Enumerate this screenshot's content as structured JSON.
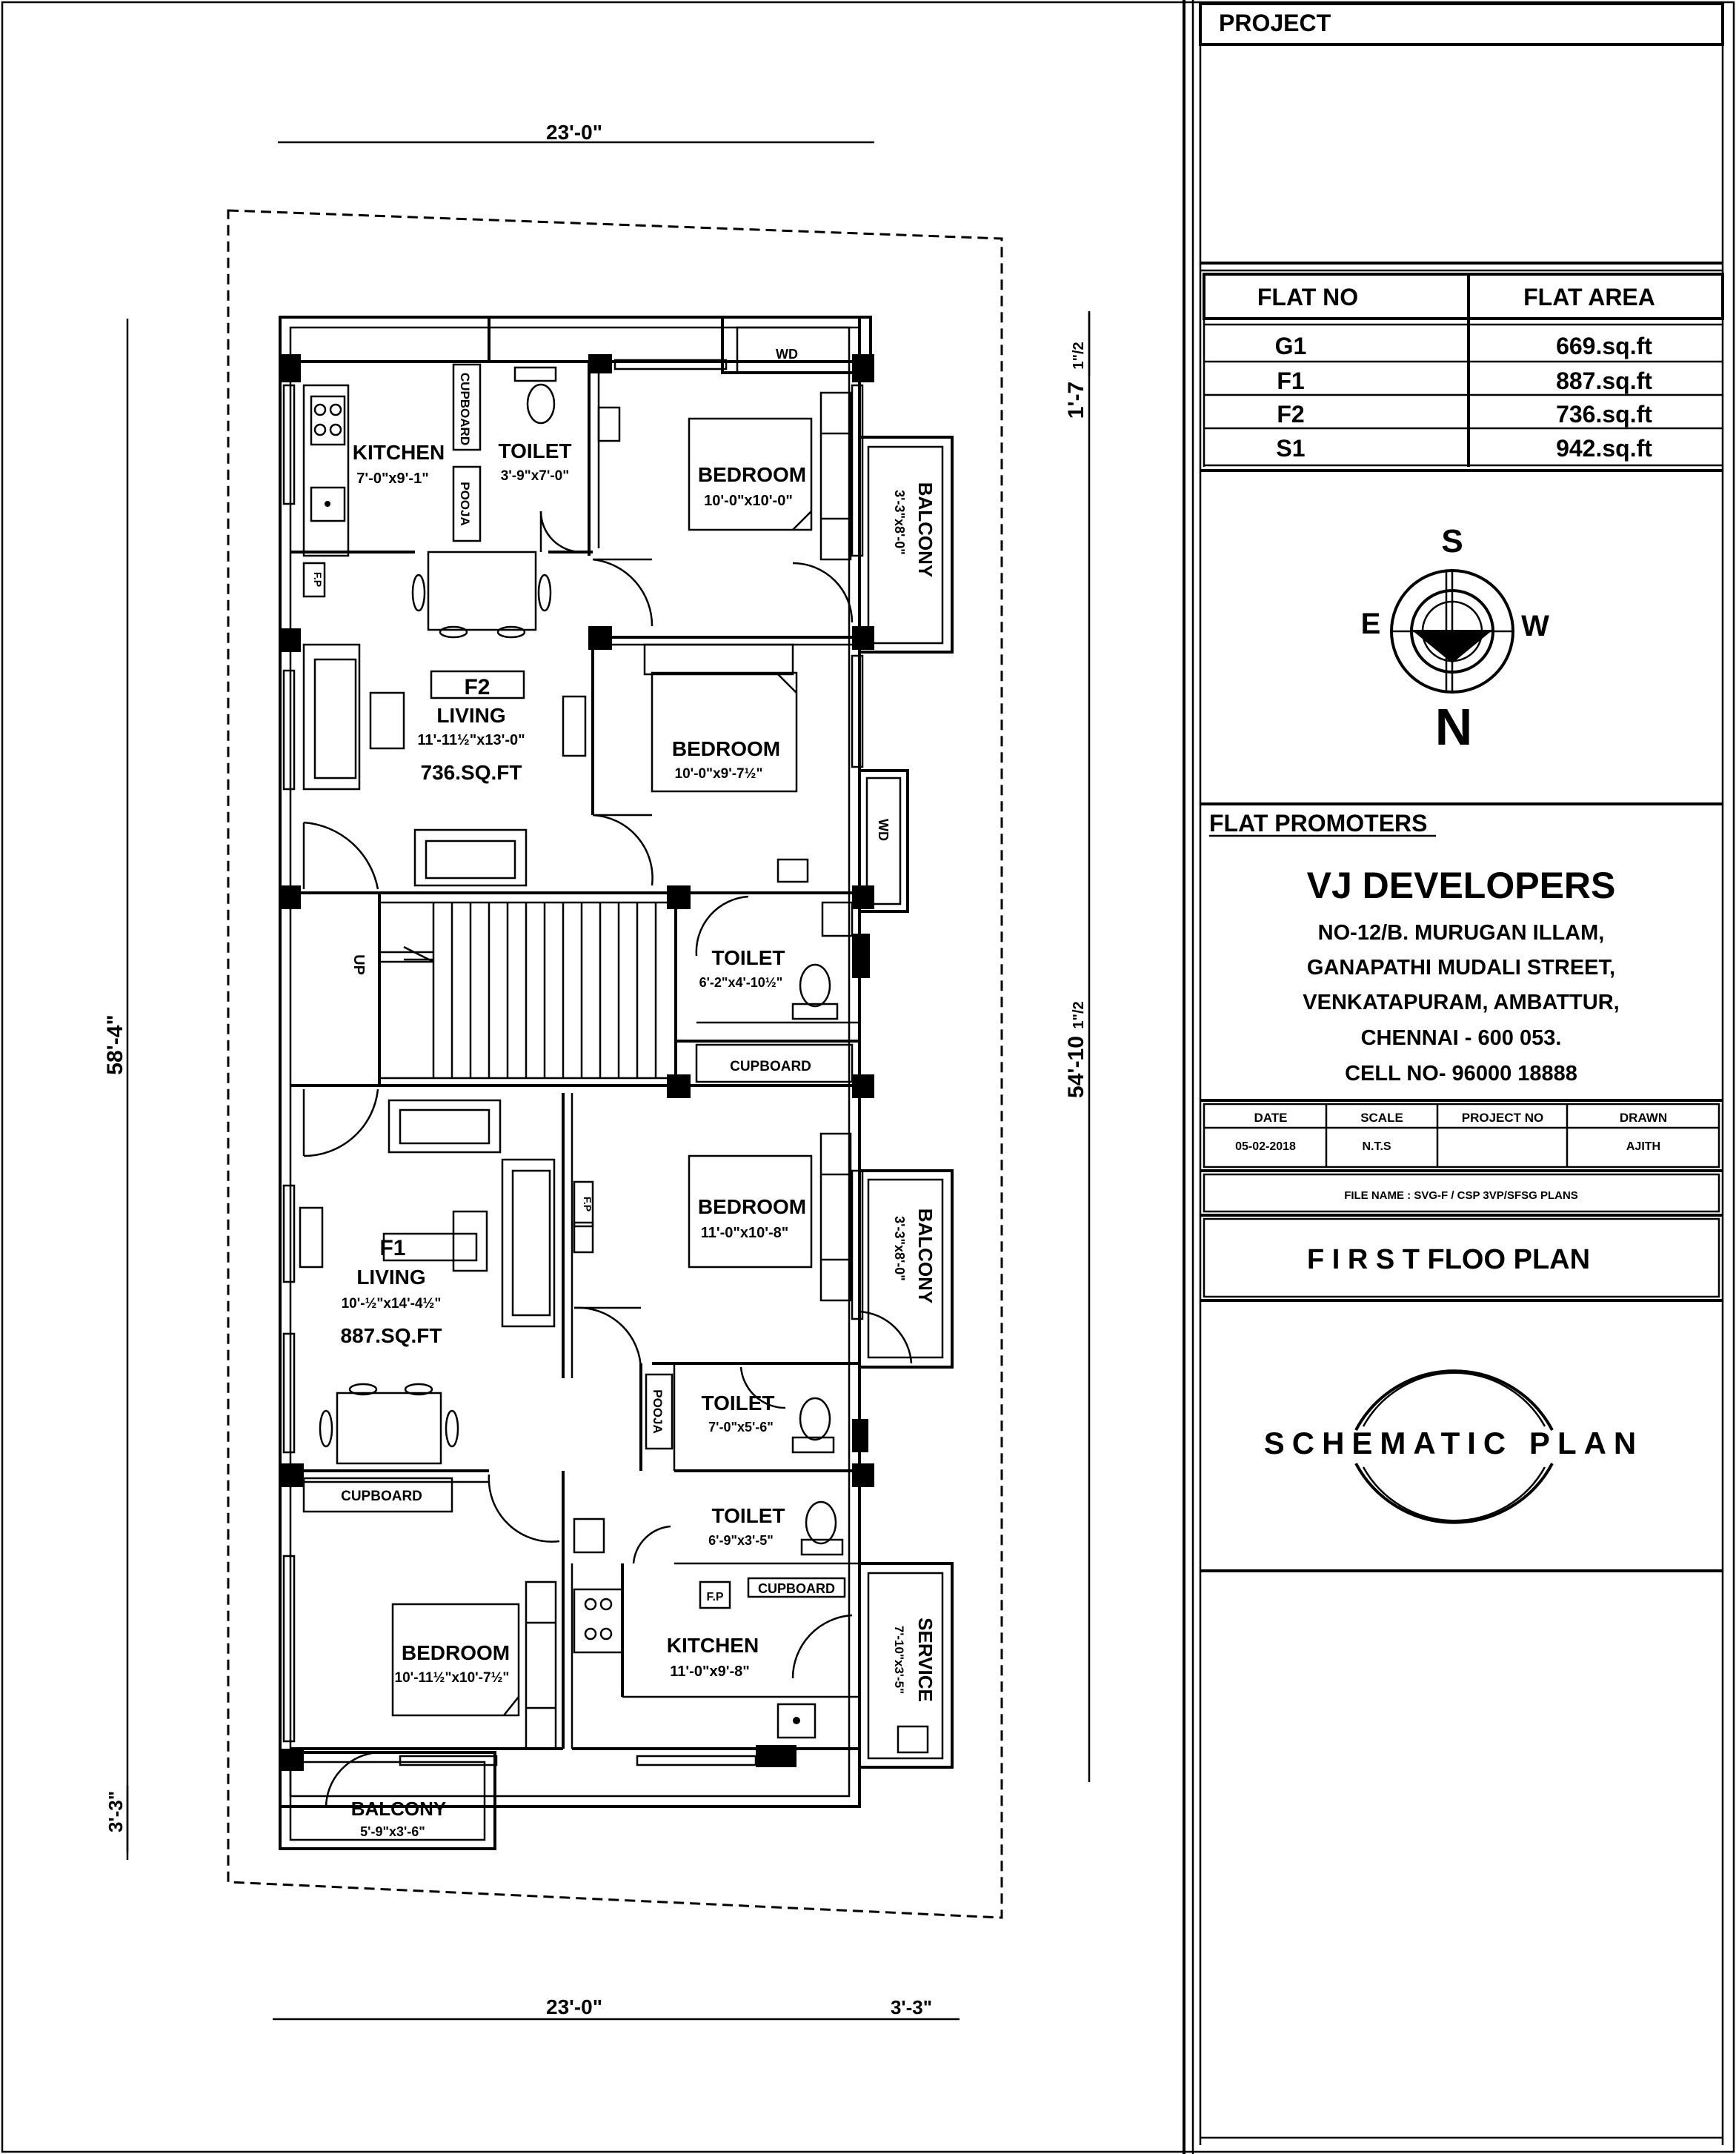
{
  "plan": {
    "dims": {
      "top_width": "23'-0\"",
      "bottom_width": "23'-0\"",
      "bottom_extra": "3'-3\"",
      "left_total": "58'-4\"",
      "left_bottom": "3'-3\"",
      "right_total_main": "54'-10",
      "right_total_frac": "1\"/2",
      "right_top_main": "1'-7",
      "right_top_frac": "1\"/2"
    },
    "rooms": {
      "kitchen_f2": {
        "name": "KITCHEN",
        "size": "7'-0\"x9'-1\""
      },
      "cupboard_a": "CUPBOARD",
      "pooja_a": "POOJA",
      "toilet_a": {
        "name": "TOILET",
        "size": "3'-9\"x7'-0\""
      },
      "bedroom_a": {
        "name": "BEDROOM",
        "size": "10'-0\"x10'-0\""
      },
      "wd_a": "WD",
      "balcony_a": {
        "name": "BALCONY",
        "size": "3'-3\"x8'-0\""
      },
      "living_f2": {
        "flat": "F2",
        "name": "LIVING",
        "size": "11'-11½\"x13'-0\"",
        "area": "736.SQ.FT"
      },
      "bedroom_b": {
        "name": "BEDROOM",
        "size": "10'-0\"x9'-7½\""
      },
      "wd_b": "WD",
      "toilet_b": {
        "name": "TOILET",
        "size": "6'-2\"x4'-10½\""
      },
      "cupboard_b": "CUPBOARD",
      "up": "UP",
      "bedroom_c": {
        "name": "BEDROOM",
        "size": "11'-0\"x10'-8\""
      },
      "balcony_c": {
        "name": "BALCONY",
        "size": "3'-3\"x8'-0\""
      },
      "living_f1": {
        "flat": "F1",
        "name": "LIVING",
        "size": "10'-½\"x14'-4½\"",
        "area": "887.SQ.FT"
      },
      "pooja_c": "POOJA",
      "toilet_c": {
        "name": "TOILET",
        "size": "7'-0\"x5'-6\""
      },
      "cupboard_d": "CUPBOARD",
      "toilet_d": {
        "name": "TOILET",
        "size": "6'-9\"x3'-5\""
      },
      "fp": "F.P",
      "cupboard_e": "CUPBOARD",
      "bedroom_d": {
        "name": "BEDROOM",
        "size": "10'-11½\"x10'-7½\""
      },
      "kitchen_f1": {
        "name": "KITCHEN",
        "size": "11'-0\"x9'-8\""
      },
      "service": {
        "name": "SERVICE",
        "size": "7'-10\"x3'-5\""
      },
      "balcony_d": {
        "name": "BALCONY",
        "size": "5'-9\"x3'-6\""
      },
      "fridge_a": "F.P",
      "fridge_b": "F.P"
    }
  },
  "title_block": {
    "project_label": "PROJECT",
    "area_table": {
      "headers": [
        "FLAT NO",
        "FLAT AREA"
      ],
      "rows": [
        {
          "flat": "G1",
          "area": "669.sq.ft"
        },
        {
          "flat": "F1",
          "area": "887.sq.ft"
        },
        {
          "flat": "F2",
          "area": "736.sq.ft"
        },
        {
          "flat": "S1",
          "area": "942.sq.ft"
        }
      ]
    },
    "compass": {
      "top": "S",
      "left": "E",
      "right": "W",
      "bottom": "N"
    },
    "promoters_label": "FLAT PROMOTERS",
    "company": "VJ DEVELOPERS",
    "address": [
      "NO-12/B. MURUGAN ILLAM,",
      "GANAPATHI MUDALI STREET,",
      "VENKATAPURAM, AMBATTUR,",
      "CHENNAI - 600 053.",
      "CELL NO- 96000 18888"
    ],
    "info_headers": [
      "DATE",
      "SCALE",
      "PROJECT NO",
      "DRAWN"
    ],
    "info_values": [
      "05-02-2018",
      "N.T.S",
      "",
      "AJITH"
    ],
    "file_name": "FILE NAME : SVG-F / CSP 3VP/SFSG PLANS",
    "drawing_title": "F I R S T FLOO PLAN",
    "schematic": "SCHEMATIC PLAN"
  }
}
